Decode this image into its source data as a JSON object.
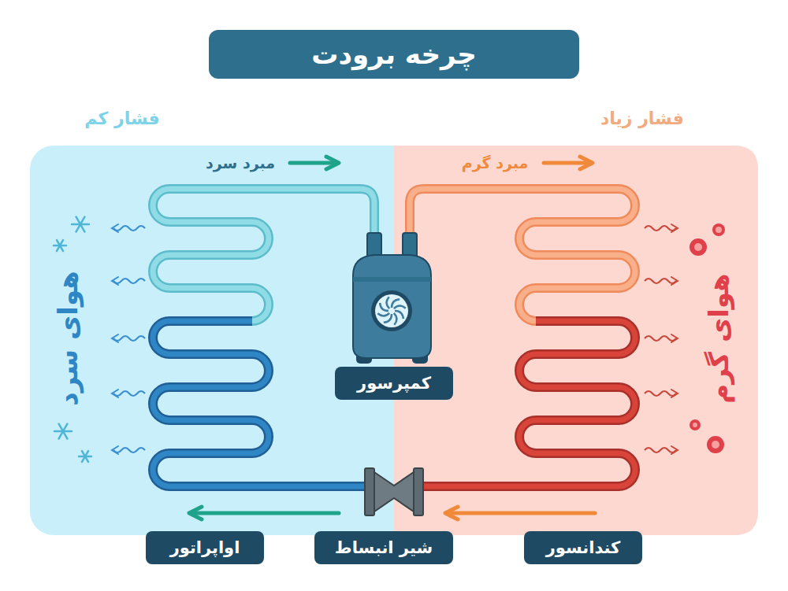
{
  "diagram": {
    "title": "چرخه برودت",
    "nodes": [
      {
        "text": [
          "کمپرسور"
        ]
      },
      {
        "text": [
          "کندانسور"
        ]
      },
      {
        "text": [
          "شیر انبساط"
        ]
      },
      {
        "text": [
          "اواپراتور"
        ]
      }
    ],
    "labels": [
      "فشار کم",
      "فشار زیاد",
      "مبرد سرد",
      "مبرد گرم",
      "هوای سرد",
      "هوای گرم"
    ]
  }
}
